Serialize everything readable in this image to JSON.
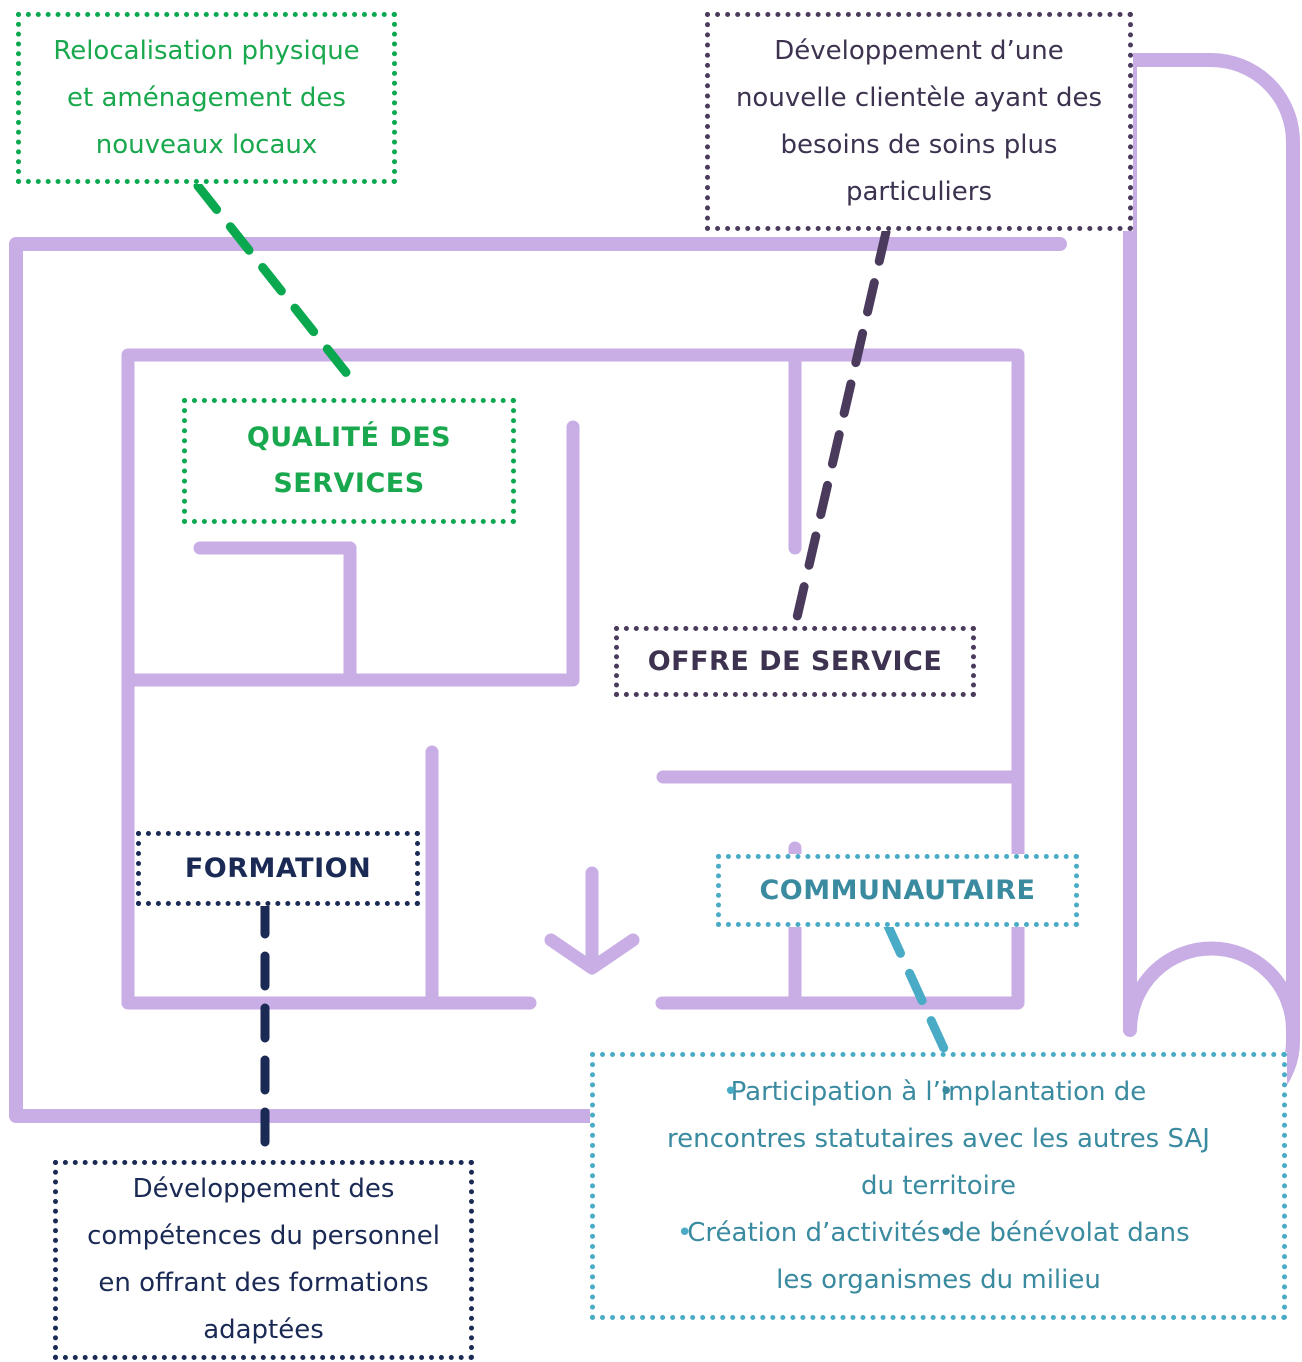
{
  "colors": {
    "wall": "#c9aee6",
    "qualite": "#0aa84f",
    "offre": "#4a3a5c",
    "formation": "#1a2a55",
    "communautaire": "#4aabc6"
  },
  "icons": {
    "arrow": "arrow-down-icon"
  },
  "qualite": {
    "title_line1": "QUALITÉ DES",
    "title_line2": "SERVICES",
    "note_lines": [
      "Relocalisation physique",
      "et aménagement des",
      "nouveaux locaux"
    ]
  },
  "offre": {
    "title": "OFFRE DE SERVICE",
    "note_lines": [
      "Développement d’une",
      "nouvelle clientèle ayant des",
      "besoins de soins plus",
      "particuliers"
    ]
  },
  "formation": {
    "title": "FORMATION",
    "note_lines": [
      "Développement des",
      "compétences du personnel",
      "en offrant des formations",
      "adaptées"
    ]
  },
  "communautaire": {
    "title": "COMMUNAUTAIRE",
    "bullets": [
      [
        "Participation à l’implantation de",
        "rencontres statutaires avec les autres SAJ",
        "du territoire"
      ],
      [
        "Création d’activités de bénévolat dans",
        "les organismes du milieu"
      ]
    ]
  }
}
